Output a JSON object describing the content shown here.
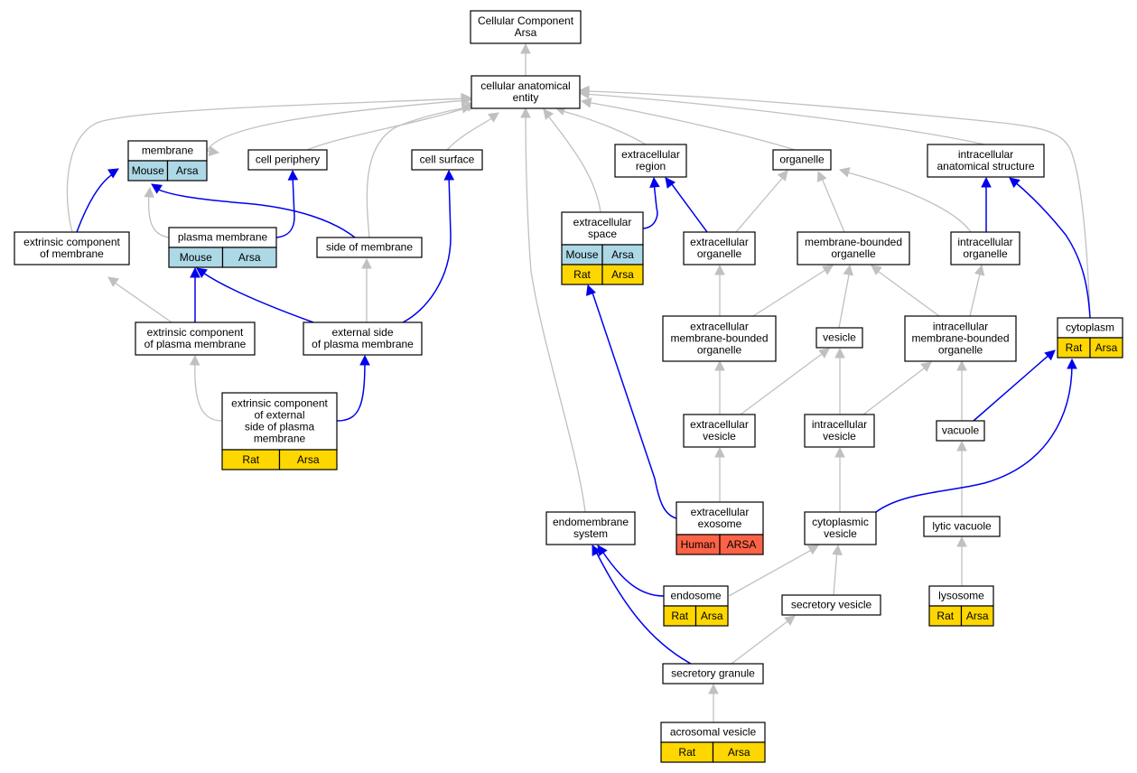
{
  "colors": {
    "Mouse": "#add8e6",
    "Rat": "#ffd700",
    "Human": "#ff6347",
    "is_a_edge": "#c0c0c0",
    "annotation_edge": "#0000ee"
  },
  "nodes": {
    "root": {
      "lines": [
        "Cellular Component",
        "Arsa"
      ]
    },
    "cae": {
      "lines": [
        "cellular anatomical",
        "entity"
      ]
    },
    "membrane": {
      "lines": [
        "membrane"
      ],
      "cells": [
        [
          "Mouse",
          "Arsa"
        ]
      ]
    },
    "cellperiphery": {
      "lines": [
        "cell periphery"
      ]
    },
    "cellsurface": {
      "lines": [
        "cell surface"
      ]
    },
    "extracellularregion": {
      "lines": [
        "extracellular",
        "region"
      ]
    },
    "organelle": {
      "lines": [
        "organelle"
      ]
    },
    "intracellularstructure": {
      "lines": [
        "intracellular",
        "anatomical structure"
      ]
    },
    "extrinsicmembrane": {
      "lines": [
        "extrinsic component",
        "of membrane"
      ]
    },
    "plasmamembrane": {
      "lines": [
        "plasma membrane"
      ],
      "cells": [
        [
          "Mouse",
          "Arsa"
        ]
      ]
    },
    "sideofmembrane": {
      "lines": [
        "side of membrane"
      ]
    },
    "extracellularspace": {
      "lines": [
        "extracellular",
        "space"
      ],
      "cells": [
        [
          "Mouse",
          "Arsa"
        ],
        [
          "Rat",
          "Arsa"
        ]
      ]
    },
    "extracellularorganelle": {
      "lines": [
        "extracellular",
        "organelle"
      ]
    },
    "membraneboundedorganelle": {
      "lines": [
        "membrane-bounded",
        "organelle"
      ]
    },
    "intracellularorganelle": {
      "lines": [
        "intracellular",
        "organelle"
      ]
    },
    "extrinsicplasma": {
      "lines": [
        "extrinsic component",
        "of plasma membrane"
      ]
    },
    "externalside": {
      "lines": [
        "external side",
        "of plasma membrane"
      ]
    },
    "ecmbo": {
      "lines": [
        "extracellular",
        "membrane-bounded",
        "organelle"
      ]
    },
    "vesicle": {
      "lines": [
        "vesicle"
      ]
    },
    "icmbo": {
      "lines": [
        "intracellular",
        "membrane-bounded",
        "organelle"
      ]
    },
    "cytoplasm": {
      "lines": [
        "cytoplasm"
      ],
      "cells": [
        [
          "Rat",
          "Arsa"
        ]
      ]
    },
    "extrinsicexternal": {
      "lines": [
        "extrinsic component",
        "of external",
        "side of plasma",
        "membrane"
      ],
      "cells": [
        [
          "Rat",
          "Arsa"
        ]
      ]
    },
    "extracellularvesicle": {
      "lines": [
        "extracellular",
        "vesicle"
      ]
    },
    "intracellularvesicle": {
      "lines": [
        "intracellular",
        "vesicle"
      ]
    },
    "vacuole": {
      "lines": [
        "vacuole"
      ]
    },
    "endomembrane": {
      "lines": [
        "endomembrane",
        "system"
      ]
    },
    "exosome": {
      "lines": [
        "extracellular",
        "exosome"
      ],
      "cells": [
        [
          "Human",
          "ARSA"
        ]
      ]
    },
    "cytoplasmicvesicle": {
      "lines": [
        "cytoplasmic",
        "vesicle"
      ]
    },
    "lyticvacuole": {
      "lines": [
        "lytic vacuole"
      ]
    },
    "endosome": {
      "lines": [
        "endosome"
      ],
      "cells": [
        [
          "Rat",
          "Arsa"
        ]
      ]
    },
    "secretoryvesicle": {
      "lines": [
        "secretory vesicle"
      ]
    },
    "lysosome": {
      "lines": [
        "lysosome"
      ],
      "cells": [
        [
          "Rat",
          "Arsa"
        ]
      ]
    },
    "secretorygranule": {
      "lines": [
        "secretory granule"
      ]
    },
    "acrosomalvesicle": {
      "lines": [
        "acrosomal vesicle"
      ],
      "cells": [
        [
          "Rat",
          "Arsa"
        ]
      ]
    }
  }
}
